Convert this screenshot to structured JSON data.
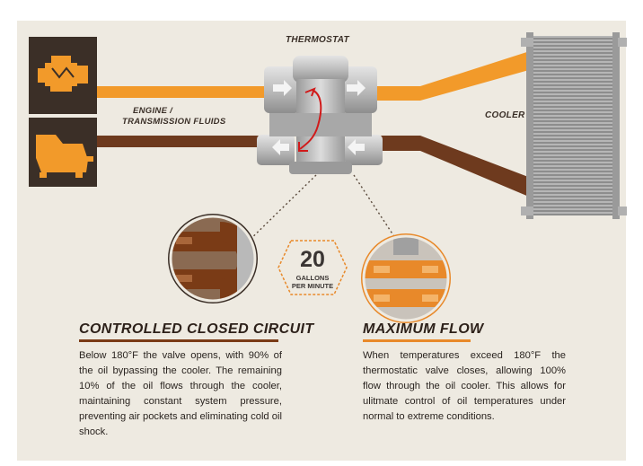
{
  "labels": {
    "thermostat": "THERMOSTAT",
    "engine_line1": "ENGINE /",
    "engine_line2": "TRANSMISSION FLUIDS",
    "cooler": "COOLER",
    "gpm_value": "20",
    "gpm_line1": "GALLONS",
    "gpm_line2": "PER MINUTE"
  },
  "sections": {
    "closed_circuit": {
      "heading": "CONTROLLED CLOSED CIRCUIT",
      "text": "Below 180°F the valve opens, with 90% of the oil bypassing the cooler. The remaining 10% of the oil flows through the cooler, maintaining constant system pressure, preventing air pockets and eliminating cold oil shock."
    },
    "max_flow": {
      "heading": "MAXIMUM FLOW",
      "text": "When temperatures exceed 180°F the thermostatic valve closes, allowing 100% flow through the oil cooler. This allows for ulitmate control of oil temperatures under normal to extreme conditions."
    }
  },
  "colors": {
    "orange": "#f29a2a",
    "brown": "#6e3a1e",
    "dark": "#3b2f27",
    "accent_brown": "#7a3b16",
    "accent_orange": "#e8892a"
  },
  "icons": [
    "engine-icon",
    "transmission-icon",
    "thermostat-valve",
    "oil-cooler",
    "gpm-hexagon-badge"
  ]
}
